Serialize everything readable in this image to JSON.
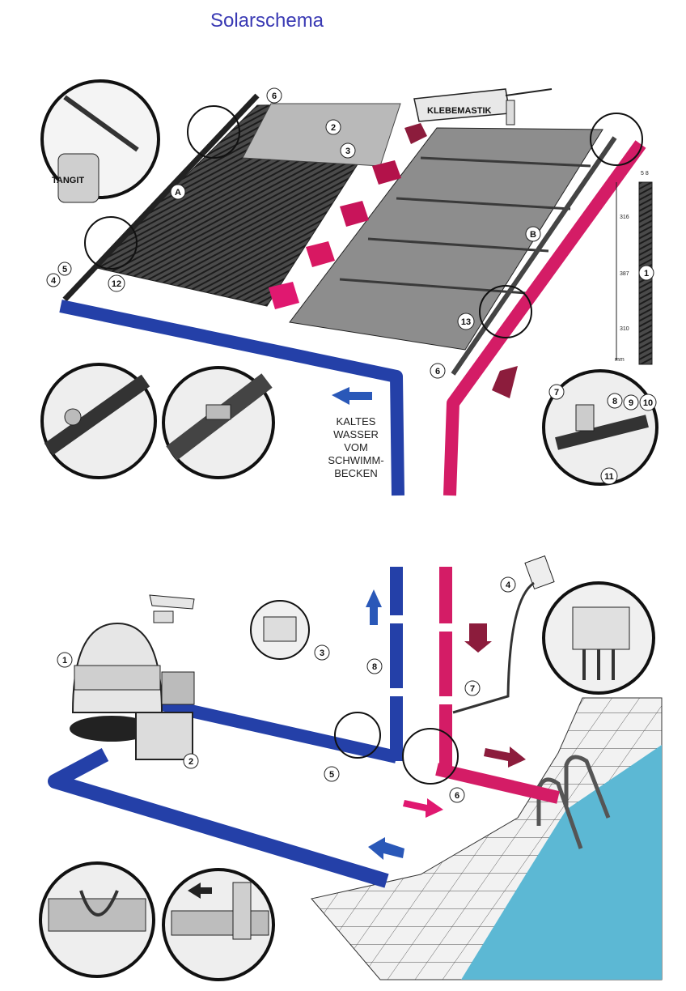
{
  "title": "Solarschema",
  "colors": {
    "cold_pipe": "#2440a8",
    "warm_pipe": "#d41c66",
    "arrow_dark": "#8c1c3c",
    "arrow_bright": "#e01870",
    "arrow_blue": "#2a58b8",
    "pool_water": "#5cb8d4",
    "panel": "#8a8a8a",
    "title": "#3a3ab4"
  },
  "labels": {
    "glue_brand": "KLEBEMASTIK",
    "tin_brand": "TANGIT",
    "cold_water_line1": "KALTES",
    "cold_water_line2": "WASSER",
    "cold_water_line3": "VOM",
    "cold_water_line4": "SCHWIMM-",
    "cold_water_line5": "BECKEN",
    "dim_top": "316",
    "dim_mid": "387",
    "dim_bot": "310",
    "dim_unit": "mm",
    "dim_width": "5 8"
  },
  "markers_top": {
    "m6a": "6",
    "m2": "2",
    "m3": "3",
    "mA": "A",
    "mB": "B",
    "m1": "1",
    "m4": "4",
    "m5": "5",
    "m12": "12",
    "m13": "13",
    "m6b": "6",
    "m7": "7",
    "m8": "8",
    "m9": "9",
    "m10": "10",
    "m11": "11"
  },
  "markers_bottom": {
    "m1": "1",
    "m2": "2",
    "m3": "3",
    "m4": "4",
    "m5": "5",
    "m6": "6",
    "m7": "7",
    "m8": "8"
  }
}
